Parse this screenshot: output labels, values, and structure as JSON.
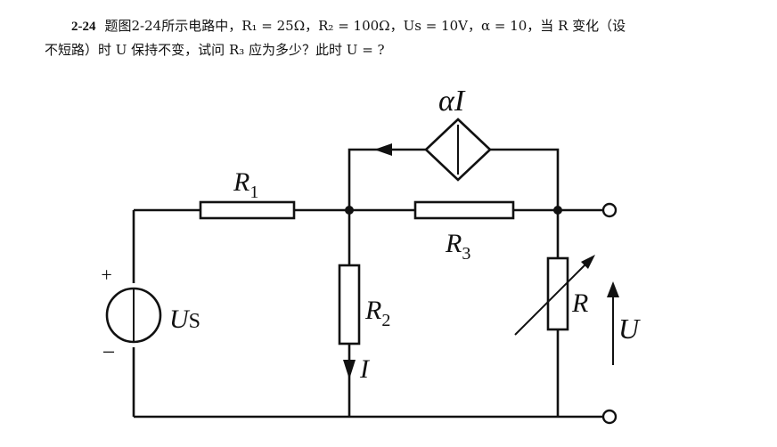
{
  "problem": {
    "number": "2-24",
    "line1": "题图2-24所示电路中，R₁ = 25Ω，R₂ = 100Ω，Us = 10V，α = 10，当 R 变化（设",
    "line2": "不短路）时 U 保持不变，试问 R₃ 应为多少？此时 U = ?"
  },
  "circuit": {
    "labels": {
      "r1": "R",
      "r1_sub": "1",
      "r2": "R",
      "r2_sub": "2",
      "r3": "R",
      "r3_sub": "3",
      "r": "R",
      "us": "U",
      "us_sub": "S",
      "u": "U",
      "current": "I",
      "dep_source": "αI",
      "plus": "+",
      "minus": "−"
    }
  }
}
